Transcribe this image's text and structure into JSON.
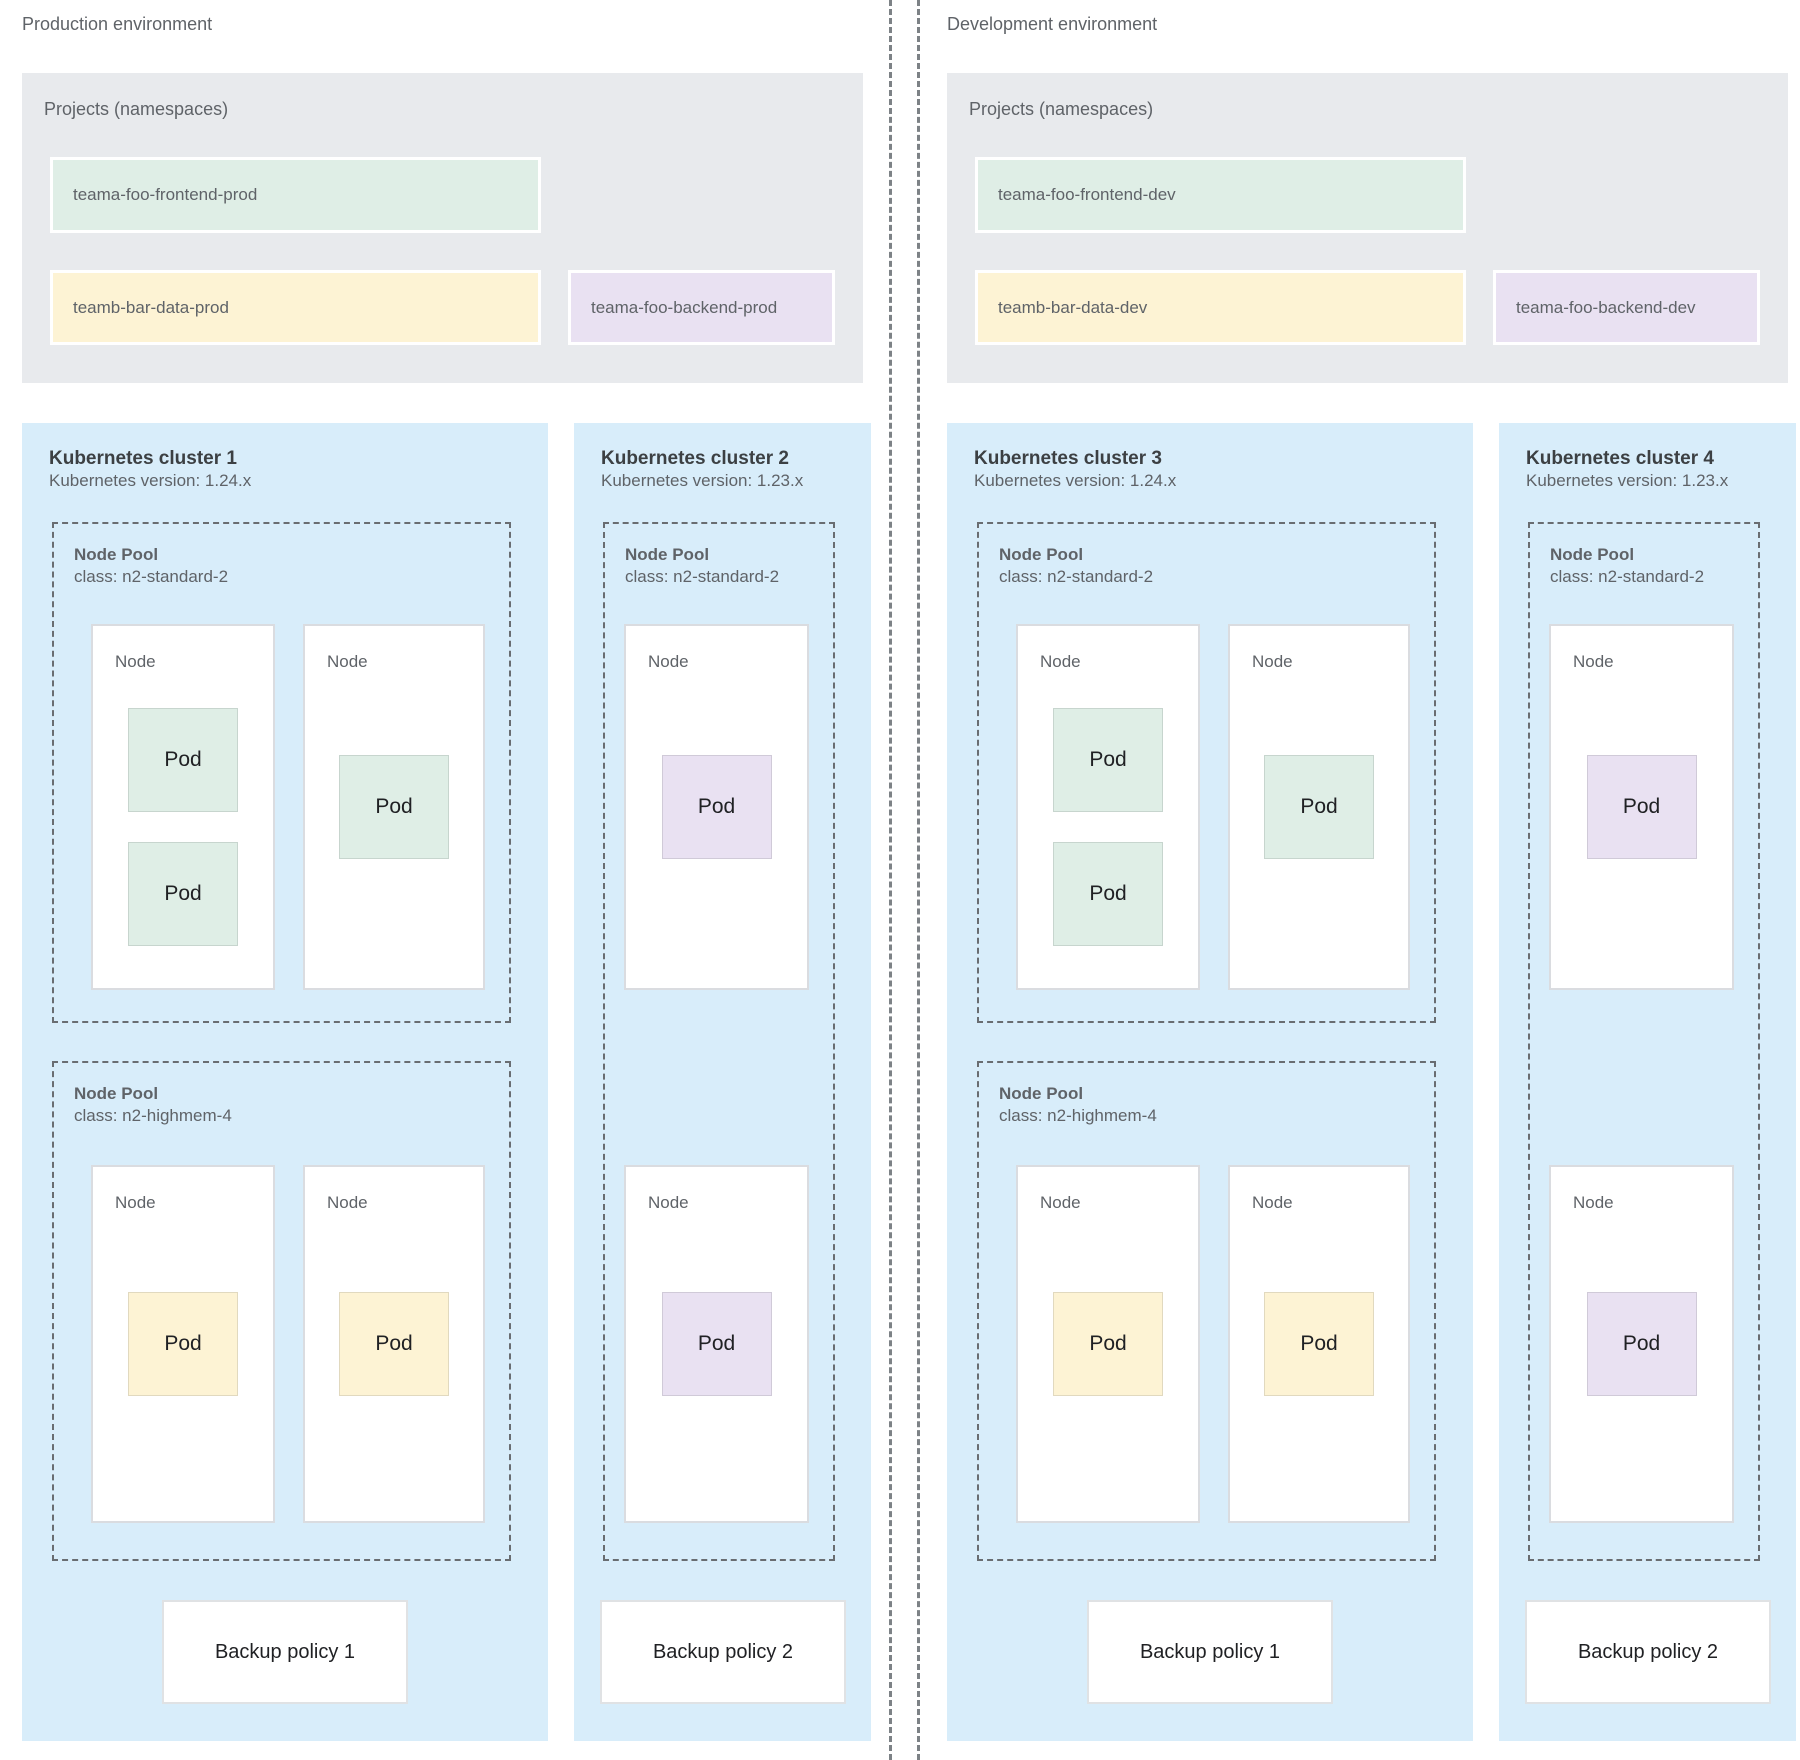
{
  "palette": {
    "cluster_bg": "#d8edfa",
    "projects_bg": "#e8eaed",
    "green": "#dfeee6",
    "yellow": "#fdf3d4",
    "purple": "#e9e1f2",
    "node_bg": "#ffffff",
    "dashed_border": "#696d71",
    "text_primary": "#3c4043",
    "text_secondary": "#5f6368"
  },
  "environments": [
    {
      "label": "Production environment",
      "projects": {
        "title": "Projects (namespaces)",
        "namespaces": [
          {
            "name": "teama-foo-frontend-prod",
            "color": "green"
          },
          {
            "name": "teamb-bar-data-prod",
            "color": "yellow"
          },
          {
            "name": "teama-foo-backend-prod",
            "color": "purple"
          }
        ]
      },
      "clusters": [
        {
          "title": "Kubernetes cluster 1",
          "version": "Kubernetes version: 1.24.x",
          "backup_policy": "Backup policy 1",
          "node_pools": [
            {
              "title": "Node Pool",
              "class": "class: n2-standard-2",
              "nodes": [
                {
                  "label": "Node",
                  "pods": [
                    {
                      "label": "Pod",
                      "color": "green"
                    },
                    {
                      "label": "Pod",
                      "color": "green"
                    }
                  ]
                },
                {
                  "label": "Node",
                  "pods": [
                    {
                      "label": "Pod",
                      "color": "green"
                    }
                  ]
                }
              ]
            },
            {
              "title": "Node Pool",
              "class": "class: n2-highmem-4",
              "nodes": [
                {
                  "label": "Node",
                  "pods": [
                    {
                      "label": "Pod",
                      "color": "yellow"
                    }
                  ]
                },
                {
                  "label": "Node",
                  "pods": [
                    {
                      "label": "Pod",
                      "color": "yellow"
                    }
                  ]
                }
              ]
            }
          ]
        },
        {
          "title": "Kubernetes cluster 2",
          "version": "Kubernetes version: 1.23.x",
          "backup_policy": "Backup policy 2",
          "node_pools": [
            {
              "title": "Node Pool",
              "class": "class: n2-standard-2",
              "nodes": [
                {
                  "label": "Node",
                  "pods": [
                    {
                      "label": "Pod",
                      "color": "purple"
                    }
                  ]
                },
                {
                  "label": "Node",
                  "pods": [
                    {
                      "label": "Pod",
                      "color": "purple"
                    }
                  ]
                }
              ]
            }
          ]
        }
      ]
    },
    {
      "label": "Development environment",
      "projects": {
        "title": "Projects (namespaces)",
        "namespaces": [
          {
            "name": "teama-foo-frontend-dev",
            "color": "green"
          },
          {
            "name": "teamb-bar-data-dev",
            "color": "yellow"
          },
          {
            "name": "teama-foo-backend-dev",
            "color": "purple"
          }
        ]
      },
      "clusters": [
        {
          "title": "Kubernetes cluster 3",
          "version": "Kubernetes version: 1.24.x",
          "backup_policy": "Backup policy 1",
          "node_pools": [
            {
              "title": "Node Pool",
              "class": "class: n2-standard-2",
              "nodes": [
                {
                  "label": "Node",
                  "pods": [
                    {
                      "label": "Pod",
                      "color": "green"
                    },
                    {
                      "label": "Pod",
                      "color": "green"
                    }
                  ]
                },
                {
                  "label": "Node",
                  "pods": [
                    {
                      "label": "Pod",
                      "color": "green"
                    }
                  ]
                }
              ]
            },
            {
              "title": "Node Pool",
              "class": "class: n2-highmem-4",
              "nodes": [
                {
                  "label": "Node",
                  "pods": [
                    {
                      "label": "Pod",
                      "color": "yellow"
                    }
                  ]
                },
                {
                  "label": "Node",
                  "pods": [
                    {
                      "label": "Pod",
                      "color": "yellow"
                    }
                  ]
                }
              ]
            }
          ]
        },
        {
          "title": "Kubernetes cluster 4",
          "version": "Kubernetes version: 1.23.x",
          "backup_policy": "Backup policy 2",
          "node_pools": [
            {
              "title": "Node Pool",
              "class": "class: n2-standard-2",
              "nodes": [
                {
                  "label": "Node",
                  "pods": [
                    {
                      "label": "Pod",
                      "color": "purple"
                    }
                  ]
                },
                {
                  "label": "Node",
                  "pods": [
                    {
                      "label": "Pod",
                      "color": "purple"
                    }
                  ]
                }
              ]
            }
          ]
        }
      ]
    }
  ]
}
